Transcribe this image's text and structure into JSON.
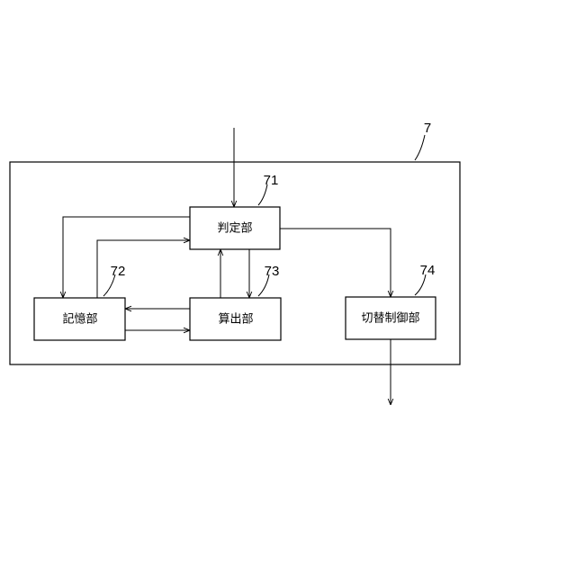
{
  "diagram": {
    "outer_block": {
      "ref": "7"
    },
    "blocks": {
      "judgment": {
        "label": "判定部",
        "ref": "71"
      },
      "memory": {
        "label": "記憶部",
        "ref": "72"
      },
      "calculation": {
        "label": "算出部",
        "ref": "73"
      },
      "switching_control": {
        "label": "切替制御部",
        "ref": "74"
      }
    }
  }
}
